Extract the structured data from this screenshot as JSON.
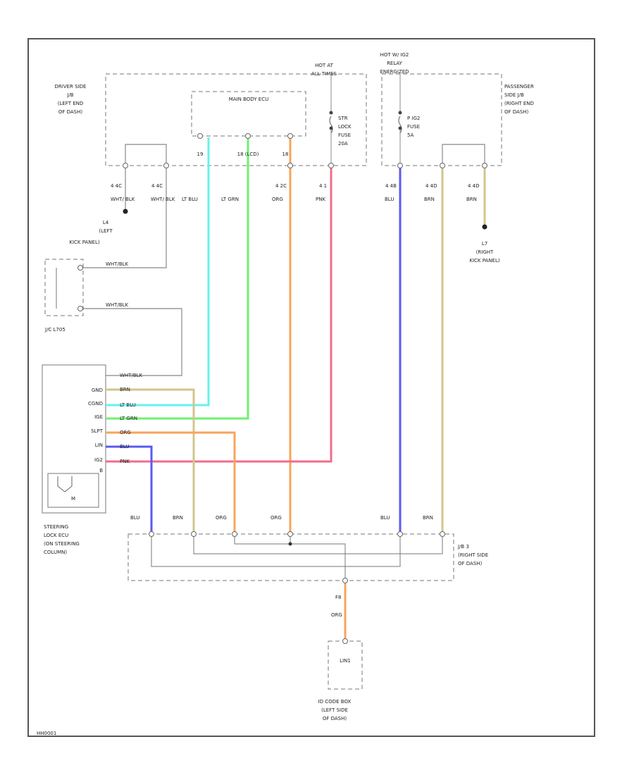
{
  "colors": {
    "lt_blu": "#66f0f0",
    "lt_grn": "#6ef06e",
    "org": "#f7a55a",
    "pnk": "#f06c8a",
    "blu": "#5a5af0",
    "brn": "#d2c58c",
    "wht_blk": "#bdbdbd"
  },
  "top_labels": {
    "driver_jb": [
      "DRIVER SIDE",
      "J/B",
      "(LEFT END",
      "OF DASH)"
    ],
    "hot_at_all_times": [
      "HOT AT",
      "ALL TIMES"
    ],
    "hot_w_ig2": [
      "HOT W/ IG2",
      "RELAY"
    ],
    "energized": "ENERGIZED",
    "passenger_jb": [
      "PASSENGER",
      "SIDE J/B",
      "(RIGHT END",
      "OF DASH)"
    ],
    "main_body_ecu": "MAIN BODY ECU",
    "str_lock_fuse": [
      "STR",
      "LOCK",
      "FUSE",
      "20A"
    ],
    "ig2_fuse": [
      "P IG2",
      "FUSE",
      "5A"
    ]
  },
  "ecu_pins": [
    "19",
    "18 (LCD)",
    "18"
  ],
  "connector_ids": [
    "4 4C",
    "4 4C",
    "4 2C",
    "4 1",
    "4 4B",
    "4 4D",
    "4 4D"
  ],
  "wire_labels": [
    "WHT/ BLK",
    "WHT/ BLK",
    "LT BLU",
    "LT GRN",
    "ORG",
    "PNK",
    "BLU",
    "BRN",
    "BRN"
  ],
  "ground_left": [
    "L4",
    "(LEFT",
    "KICK PANEL)"
  ],
  "ground_right": [
    "L7",
    "(RIGHT",
    "KICK PANEL)"
  ],
  "jc_label": "J/C L705",
  "jc_wires": [
    "WHT/BLK",
    "WHT/BLK"
  ],
  "steering_ecu": {
    "terminals": [
      "GND",
      "CGND",
      "IGE",
      "SLPT",
      "LIN",
      "IG2",
      "B"
    ],
    "wires": [
      "WHT/BLK",
      "BRN",
      "LT BLU",
      "LT GRN",
      "ORG",
      "BLU",
      "PNK"
    ],
    "label": [
      "STEERING",
      "LOCK ECU",
      "(ON STEERING",
      "COLUMN)"
    ],
    "motor": "M"
  },
  "bottom_wire_labels": [
    "BLU",
    "BRN",
    "ORG",
    "ORG",
    "BLU",
    "BRN"
  ],
  "jb3_label": [
    "J/B 3",
    "(RIGHT SIDE",
    "OF DASH)"
  ],
  "id_code_box": {
    "pin": "F8",
    "wire": "ORG",
    "inner": "LIN1",
    "label": [
      "ID CODE BOX",
      "(LEFT SIDE",
      "OF DASH)"
    ]
  },
  "footer_code": "HH0001"
}
